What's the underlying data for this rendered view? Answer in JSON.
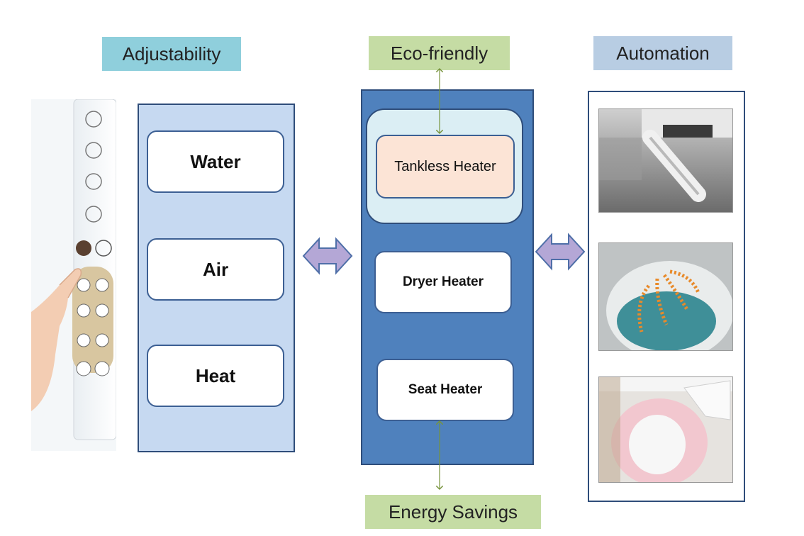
{
  "headers": {
    "adjustability": "Adjustability",
    "eco_friendly": "Eco-friendly",
    "automation": "Automation",
    "energy_savings": "Energy Savings"
  },
  "adjustability_items": [
    "Water",
    "Air",
    "Heat"
  ],
  "heater_items": {
    "tankless": "Tankless Heater",
    "dryer": "Dryer Heater",
    "seat": "Seat Heater"
  },
  "colors": {
    "header_adjustability": "#8fcfdc",
    "header_eco": "#c5dca4",
    "header_automation": "#b8cde3",
    "left_panel": "#c6d9f1",
    "middle_panel": "#4f81bd",
    "tankless_group": "#dbeef4",
    "tankless_box": "#fce4d6",
    "arrow_fill": "#b4a7d6",
    "connector": "#77933c"
  },
  "icons": [
    "double-arrow-icon",
    "double-arrow-icon"
  ]
}
